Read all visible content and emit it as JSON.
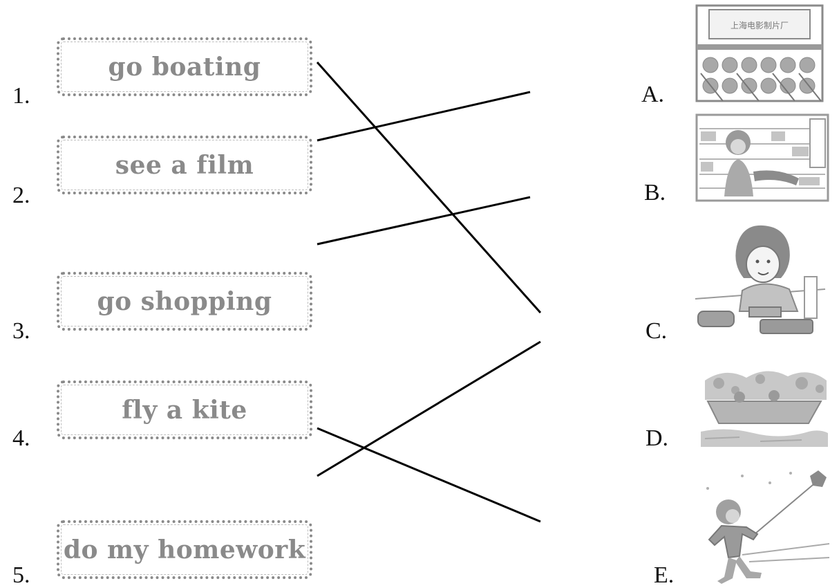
{
  "items": [
    {
      "num": "1.",
      "label": "go boating"
    },
    {
      "num": "2.",
      "label": "see a film"
    },
    {
      "num": "3.",
      "label": "go shopping"
    },
    {
      "num": "4.",
      "label": "fly a kite"
    },
    {
      "num": "5.",
      "label": "do my homework"
    }
  ],
  "pictures": [
    {
      "letter": "A.",
      "icon": "cinema-icon",
      "sign_text": "上海电影制片厂"
    },
    {
      "letter": "B.",
      "icon": "shop-icon"
    },
    {
      "letter": "C.",
      "icon": "homework-girl-icon"
    },
    {
      "letter": "D.",
      "icon": "boat-icon"
    },
    {
      "letter": "E.",
      "icon": "kite-boy-icon"
    }
  ],
  "colors": {
    "box_border": "#8a8a8a",
    "text_gray": "#8a8a8a",
    "ink": "#111111",
    "picture_gray": "#9a9a9a"
  }
}
